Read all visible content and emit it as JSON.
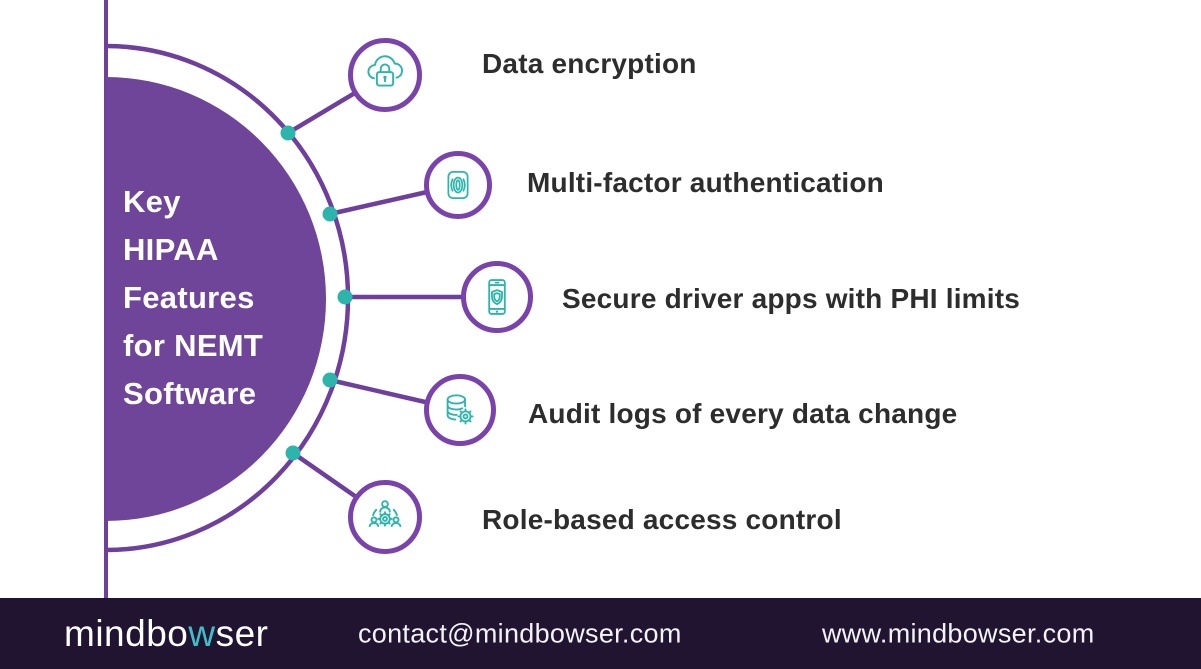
{
  "diagram": {
    "title": {
      "lines": [
        "Key",
        "HIPAA",
        "Features",
        "for NEMT",
        "Software"
      ]
    },
    "items": [
      {
        "label": "Data encryption",
        "icon": "cloud-lock-icon"
      },
      {
        "label": "Multi-factor authentication",
        "icon": "fingerprint-icon"
      },
      {
        "label": "Secure driver apps with PHI limits",
        "icon": "phone-shield-icon"
      },
      {
        "label": "Audit logs of every data change",
        "icon": "database-gear-icon"
      },
      {
        "label": "Role-based access control",
        "icon": "people-gear-icon"
      }
    ]
  },
  "footer": {
    "logo": {
      "part1": "mindbo",
      "accent": "w",
      "part2": "ser"
    },
    "email": "contact@mindbowser.com",
    "website": "www.mindbowser.com"
  },
  "colors": {
    "purple_fill": "#6f4599",
    "purple_stroke": "#6e3f9d",
    "circle_border": "#7a43ac",
    "teal": "#2cb5ab",
    "label_text": "#2d2d2d",
    "footer_bg": "#201431",
    "logo_accent": "#3fbfc5"
  }
}
